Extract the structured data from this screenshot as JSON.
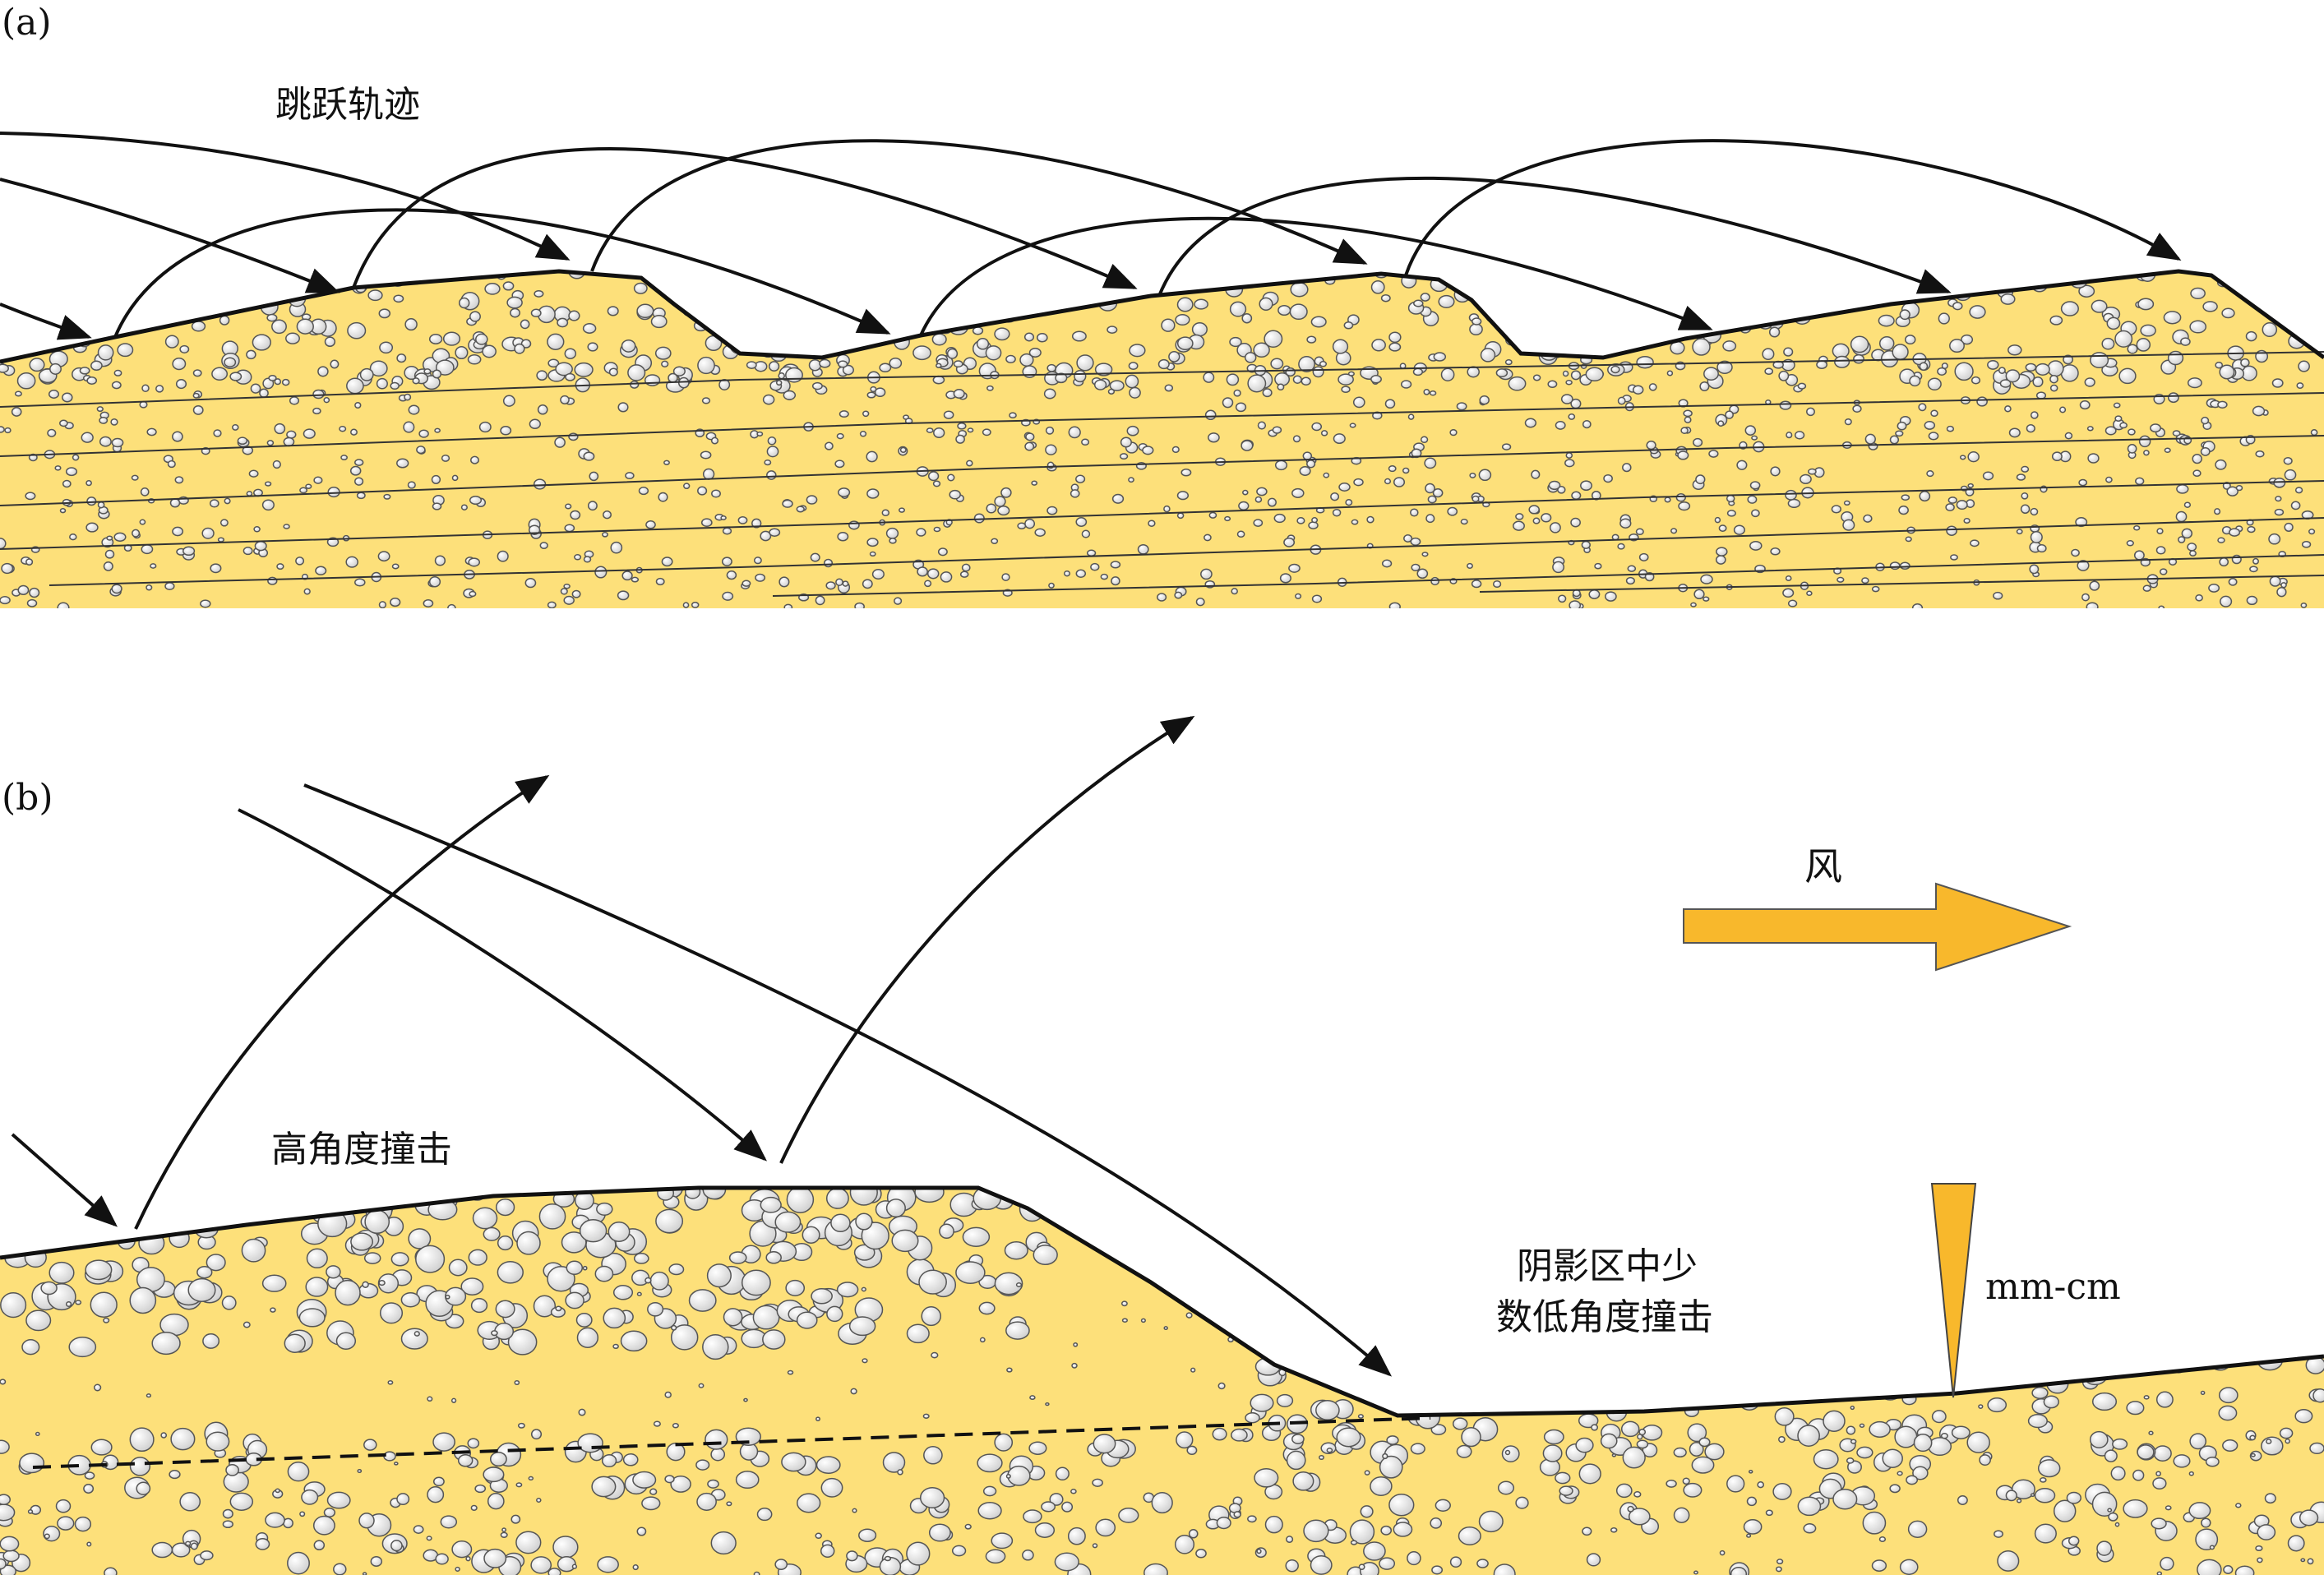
{
  "panel_a": {
    "label": "(a)",
    "trajectory_label": "跳跃轨迹"
  },
  "panel_b": {
    "label": "(b)",
    "high_angle_label": "高角度撞击",
    "shadow_label_line1": "阴影区中少",
    "shadow_label_line2": "数低角度撞击",
    "wind_label": "风",
    "scale_label": "mm-cm"
  },
  "colors": {
    "sand": "#fde07a",
    "grain_fill": "#f2f2f2",
    "grain_stroke": "#555555",
    "wind_arrow": "#f8b82c",
    "scale_wedge": "#f8b82c",
    "line": "#111111"
  }
}
